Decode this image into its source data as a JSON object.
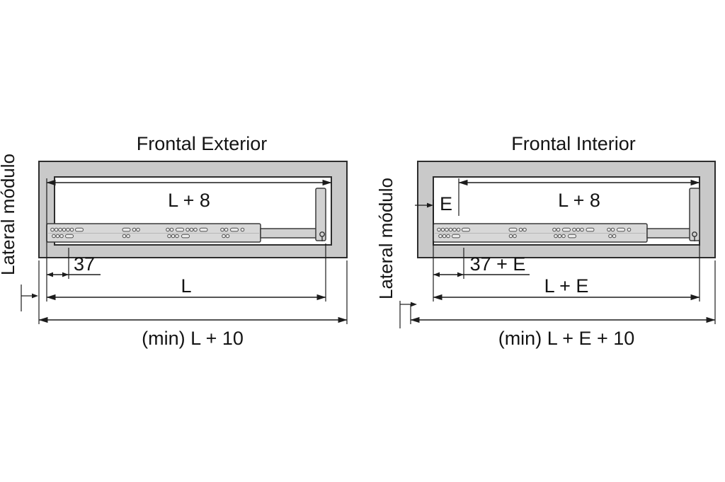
{
  "colors": {
    "panel_fill": "#c9c9c9",
    "rail_fill": "#d8d8d8",
    "bracket_fill": "#d1d1d1",
    "line": "#1c1c1c"
  },
  "left": {
    "title": "Frontal Exterior",
    "side_label": "Lateral módulo",
    "dim_top": "L + 8",
    "dim_offset": "37",
    "dim_length": "L",
    "dim_min": "(min) L + 10"
  },
  "right": {
    "title": "Frontal Interior",
    "side_label": "Lateral módulo",
    "dim_inset": "E",
    "dim_top": "L + 8",
    "dim_offset": "37 + E",
    "dim_length": "L + E",
    "dim_min": "(min) L + E + 10"
  }
}
